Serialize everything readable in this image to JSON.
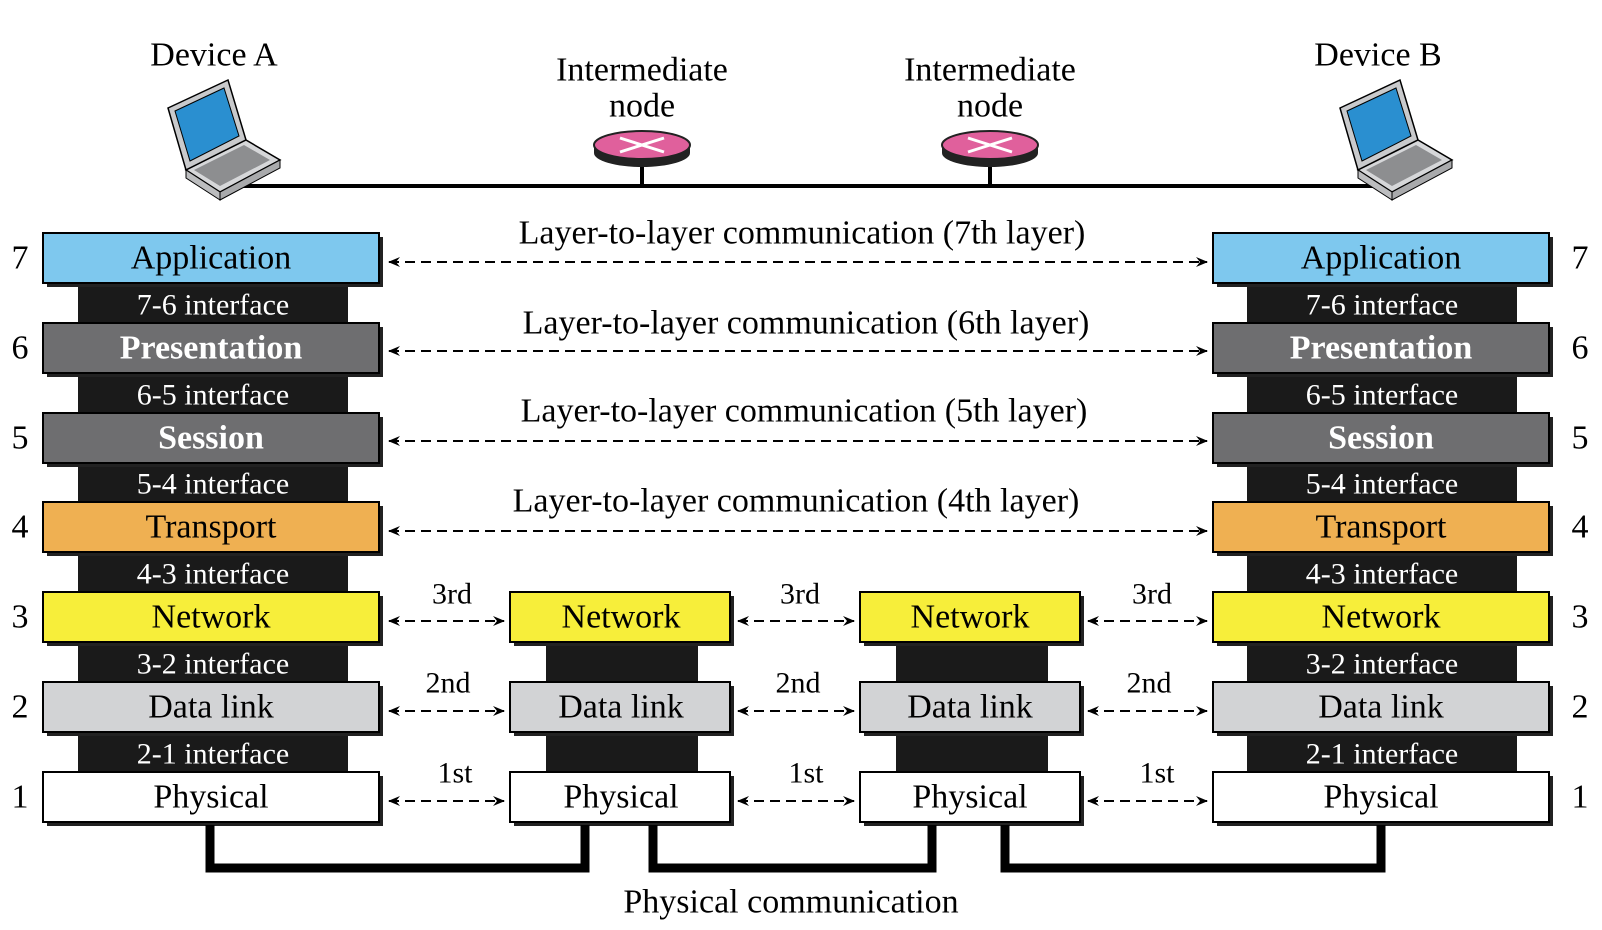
{
  "devices": {
    "a": "Device A",
    "b": "Device B",
    "node1": [
      "Intermediate",
      "node"
    ],
    "node2": [
      "Intermediate",
      "node"
    ]
  },
  "layers": {
    "l7": "Application",
    "l6": "Presentation",
    "l5": "Session",
    "l4": "Transport",
    "l3": "Network",
    "l2": "Data link",
    "l1": "Physical"
  },
  "layer_numbers": [
    "7",
    "6",
    "5",
    "4",
    "3",
    "2",
    "1"
  ],
  "interfaces": {
    "i76": "7-6 interface",
    "i65": "6-5 interface",
    "i54": "5-4 interface",
    "i43": "4-3 interface",
    "i32": "3-2 interface",
    "i21": "2-1 interface"
  },
  "communications": {
    "c7": "Layer-to-layer communication (7th layer)",
    "c6": "Layer-to-layer communication (6th layer)",
    "c5": "Layer-to-layer communication (5th layer)",
    "c4": "Layer-to-layer communication (4th layer)"
  },
  "ordinals": {
    "third": "3rd",
    "second": "2nd",
    "first": "1st"
  },
  "physical_communication": "Physical communication",
  "colors": {
    "application": "#7ec8ee",
    "presentation": "#6e6e70",
    "session": "#6e6e70",
    "transport": "#efb052",
    "network": "#f7ee3a",
    "datalink": "#d2d3d5",
    "physical": "#ffffff",
    "router": "#e0609c"
  },
  "icons": [
    "laptop-icon",
    "router-icon"
  ]
}
